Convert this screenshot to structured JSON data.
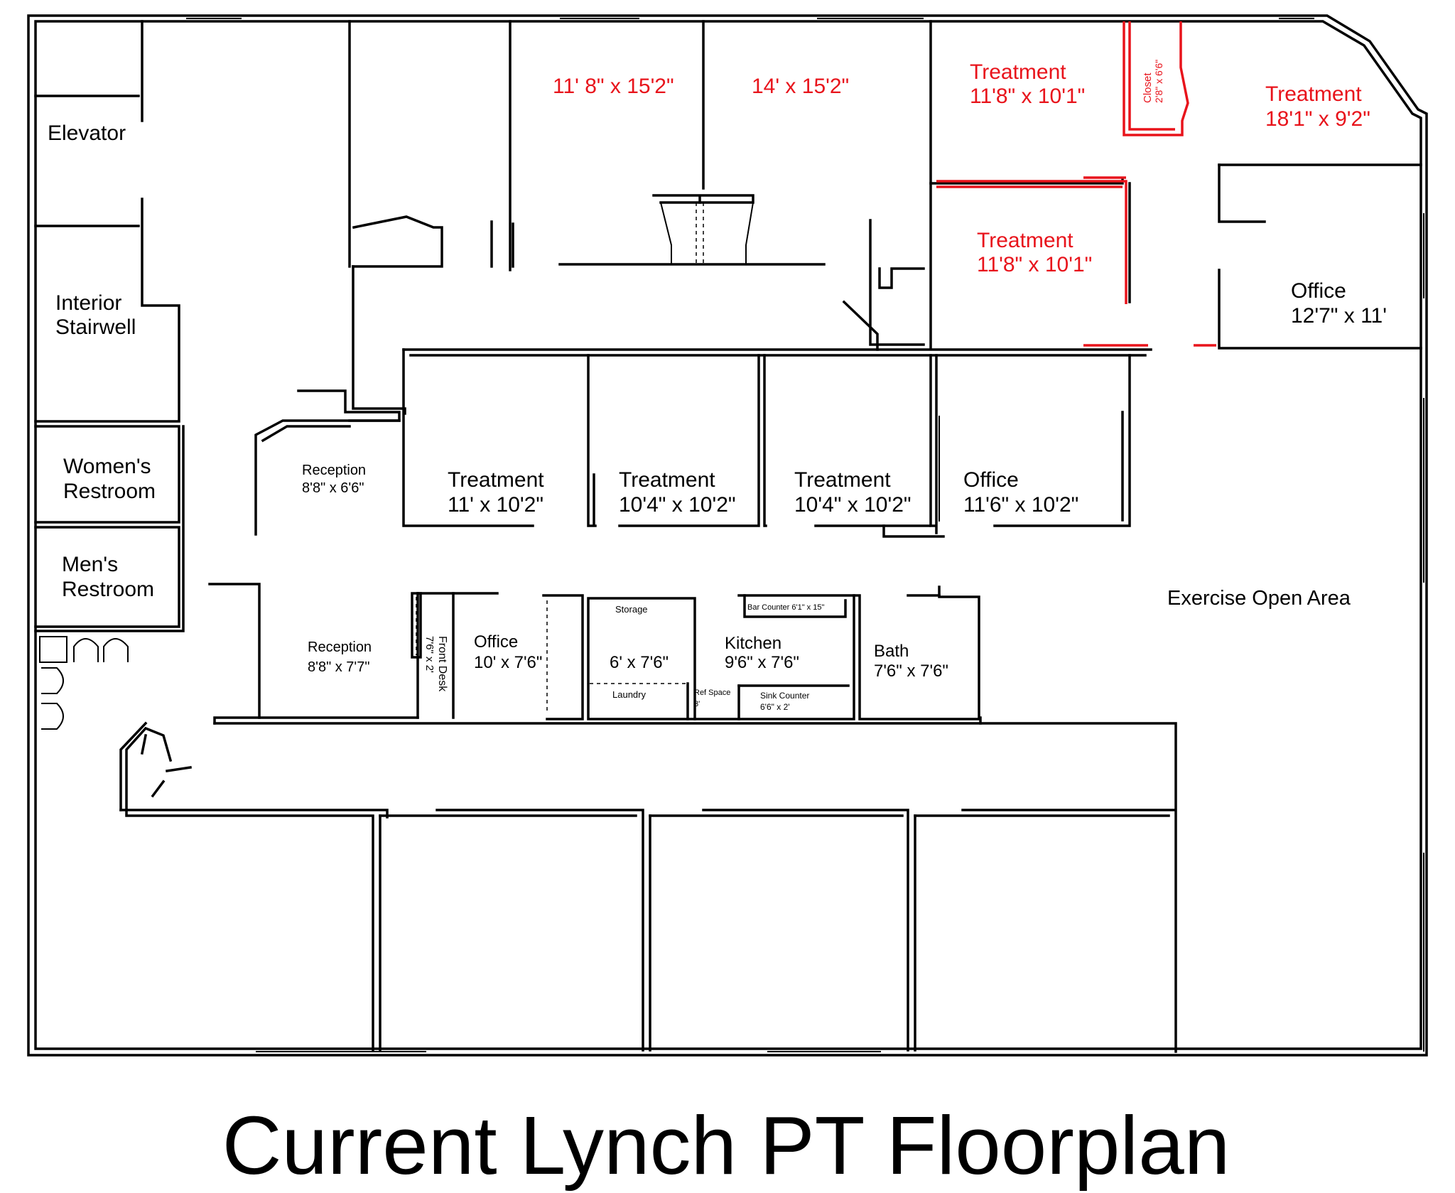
{
  "title": "Current Lynch PT Floorplan",
  "colors": {
    "wall": "#000000",
    "highlight": "#e8131b",
    "background": "#ffffff"
  },
  "rooms": {
    "elevator": "Elevator",
    "stair_1": "Interior",
    "stair_2": "Stairwell",
    "womens_1": "Women's",
    "womens_2": "Restroom",
    "mens_1": "Men's",
    "mens_2": "Restroom",
    "top_room_a": "11' 8\" x 15'2\"",
    "top_room_b": "14' x 15'2\"",
    "treat_top_name": "Treatment",
    "treat_top_size": "11'8\" x 10'1\"",
    "closet_name": "Closet",
    "closet_size": "2'8\" x 6'6\"",
    "treat_corner_name": "Treatment",
    "treat_corner_size": "18'1\" x 9'2\"",
    "treat_mid_name": "Treatment",
    "treat_mid_size": "11'8\" x 10'1\"",
    "office_right_name": "Office",
    "office_right_size": "12'7\" x 11'",
    "reception_upper_name": "Reception",
    "reception_upper_size": "8'8\" x 6'6\"",
    "treat_row_1_name": "Treatment",
    "treat_row_1_size": "11' x 10'2\"",
    "treat_row_2_name": "Treatment",
    "treat_row_2_size": "10'4\" x 10'2\"",
    "treat_row_3_name": "Treatment",
    "treat_row_3_size": "10'4\" x 10'2\"",
    "office_row_name": "Office",
    "office_row_size": "11'6\" x 10'2\"",
    "exercise": "Exercise Open Area",
    "reception_lower_name": "Reception",
    "reception_lower_size": "8'8\" x 7'7\"",
    "front_desk_name": "Front Desk",
    "front_desk_size": "7'6\" x 2'",
    "office_small_name": "Office",
    "office_small_size": "10' x 7'6\"",
    "storage": "Storage",
    "storage_size": "6' x 7'6\"",
    "laundry": "Laundry",
    "kitchen_name": "Kitchen",
    "kitchen_size": "9'6\" x 7'6\"",
    "bar_counter": "Bar Counter 6'1\" x 15\"",
    "ref_space_name": "Ref Space",
    "ref_space_size": "3'",
    "sink_counter_name": "Sink Counter",
    "sink_counter_size": "6'6\" x 2'",
    "bath_name": "Bath",
    "bath_size": "7'6\" x 7'6\""
  }
}
